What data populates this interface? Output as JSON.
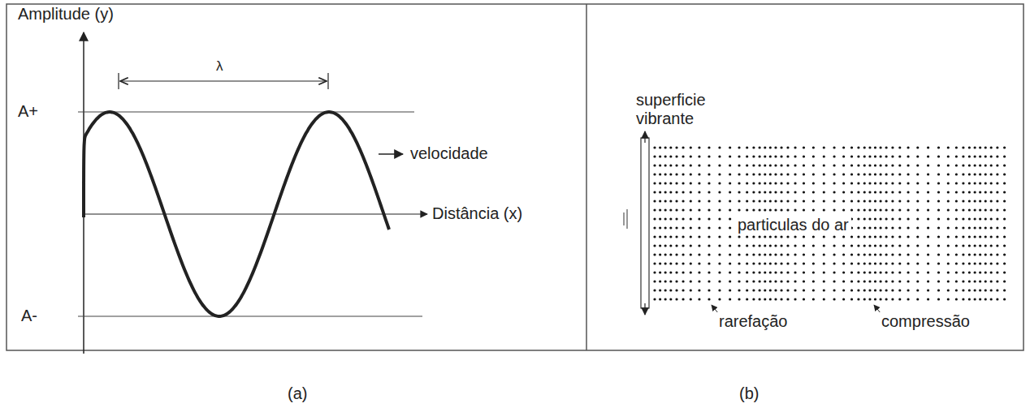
{
  "diagram": {
    "labels": [
      "Amplitude (y)",
      "λ",
      "A+",
      "velocidade",
      "Distância (x)",
      "A-",
      "superficie vibrante",
      "particulas do ar",
      "rarefação",
      "compressão",
      "(a)",
      "(b)"
    ]
  }
}
